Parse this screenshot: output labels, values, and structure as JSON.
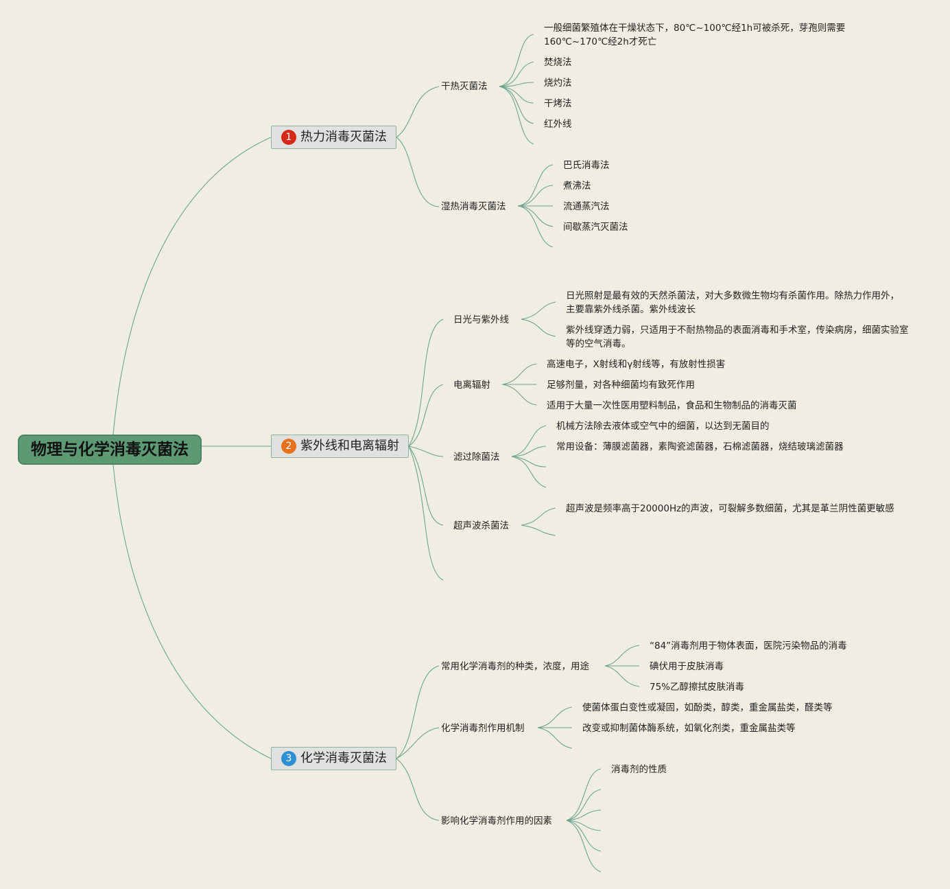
{
  "root": "物理与化学消毒灭菌法",
  "branches": [
    {
      "number": "1",
      "label": "热力消毒灭菌法",
      "color": "#d42a1a",
      "children": [
        {
          "label": "干热灭菌法",
          "items": [
            "一般细菌繁殖体在干燥状态下，80℃~100℃经1h可被杀死，芽孢则需要160℃~170℃经2h才死亡",
            "焚烧法",
            "烧灼法",
            "干烤法",
            "红外线"
          ]
        },
        {
          "label": "湿热消毒灭菌法",
          "items": [
            "巴氏消毒法",
            "煮沸法",
            "流通蒸汽法",
            "间歇蒸汽灭菌法"
          ]
        }
      ]
    },
    {
      "number": "2",
      "label": "紫外线和电离辐射",
      "color": "#e8711e",
      "children": [
        {
          "label": "日光与紫外线",
          "items": [
            "日光照射是最有效的天然杀菌法，对大多数微生物均有杀菌作用。除热力作用外，主要靠紫外线杀菌。紫外线波长",
            "紫外线穿透力弱，只适用于不耐热物品的表面消毒和手术室，传染病房，细菌实验室等的空气消毒。"
          ]
        },
        {
          "label": "电离辐射",
          "items": [
            "高速电子，X射线和γ射线等，有放射性损害",
            "足够剂量，对各种细菌均有致死作用",
            "适用于大量一次性医用塑料制品，食品和生物制品的消毒灭菌"
          ]
        },
        {
          "label": "滤过除菌法",
          "items": [
            "机械方法除去液体或空气中的细菌，以达到无菌目的",
            "常用设备：薄膜滤菌器，素陶瓷滤菌器，石棉滤菌器，烧结玻璃滤菌器"
          ]
        },
        {
          "label": "超声波杀菌法",
          "items": [
            "超声波是频率高于20000Hz的声波，可裂解多数细菌，尤其是革兰阴性菌更敏感"
          ]
        }
      ]
    },
    {
      "number": "3",
      "label": "化学消毒灭菌法",
      "color": "#2e8fd2",
      "children": [
        {
          "label": "常用化学消毒剂的种类，浓度，用途",
          "items": [
            "“84”消毒剂用于物体表面，医院污染物品的消毒",
            "碘伏用于皮肤消毒",
            "75%乙醇擦拭皮肤消毒"
          ]
        },
        {
          "label": "化学消毒剂作用机制",
          "items": [
            "使菌体蛋白变性或凝固，如酚类，醇类，重金属盐类，醛类等",
            "改变或抑制菌体酶系统，如氧化剂类，重金属盐类等"
          ]
        },
        {
          "label": "影响化学消毒剂作用的因素",
          "items": [
            "消毒剂的性质"
          ]
        }
      ]
    }
  ]
}
